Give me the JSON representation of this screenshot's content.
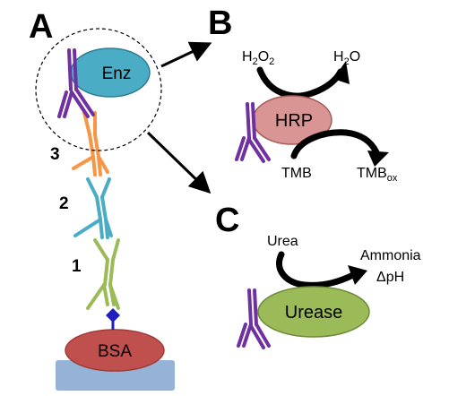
{
  "panels": {
    "a": "A",
    "b": "B",
    "c": "C"
  },
  "steps": {
    "one": "1",
    "two": "2",
    "three": "3"
  },
  "panel_a": {
    "enzyme": "Enz",
    "bsa": "BSA"
  },
  "panel_b": {
    "enzyme": "HRP",
    "reactant_top": {
      "main": "H",
      "sub1": "2",
      "mid": "O",
      "sub2": "2"
    },
    "product_top": {
      "main": "H",
      "sub1": "2",
      "mid": "O"
    },
    "reactant_bottom": "TMB",
    "product_bottom": {
      "main": "TMB",
      "sub": "ox"
    }
  },
  "panel_c": {
    "enzyme": "Urease",
    "reactant": "Urea",
    "product_1": "Ammonia",
    "product_2": "ΔpH"
  },
  "colors": {
    "purple": "#7030a0",
    "orange": "#f79646",
    "blue": "#4bacc6",
    "green": "#9bbb59",
    "enz_fill": "#4bacc6",
    "hrp_fill": "#d99594",
    "urease_fill": "#9bbb59",
    "bsa_fill": "#c0504d",
    "surface": "#95b3d7",
    "linker": "#1f1fbf"
  }
}
